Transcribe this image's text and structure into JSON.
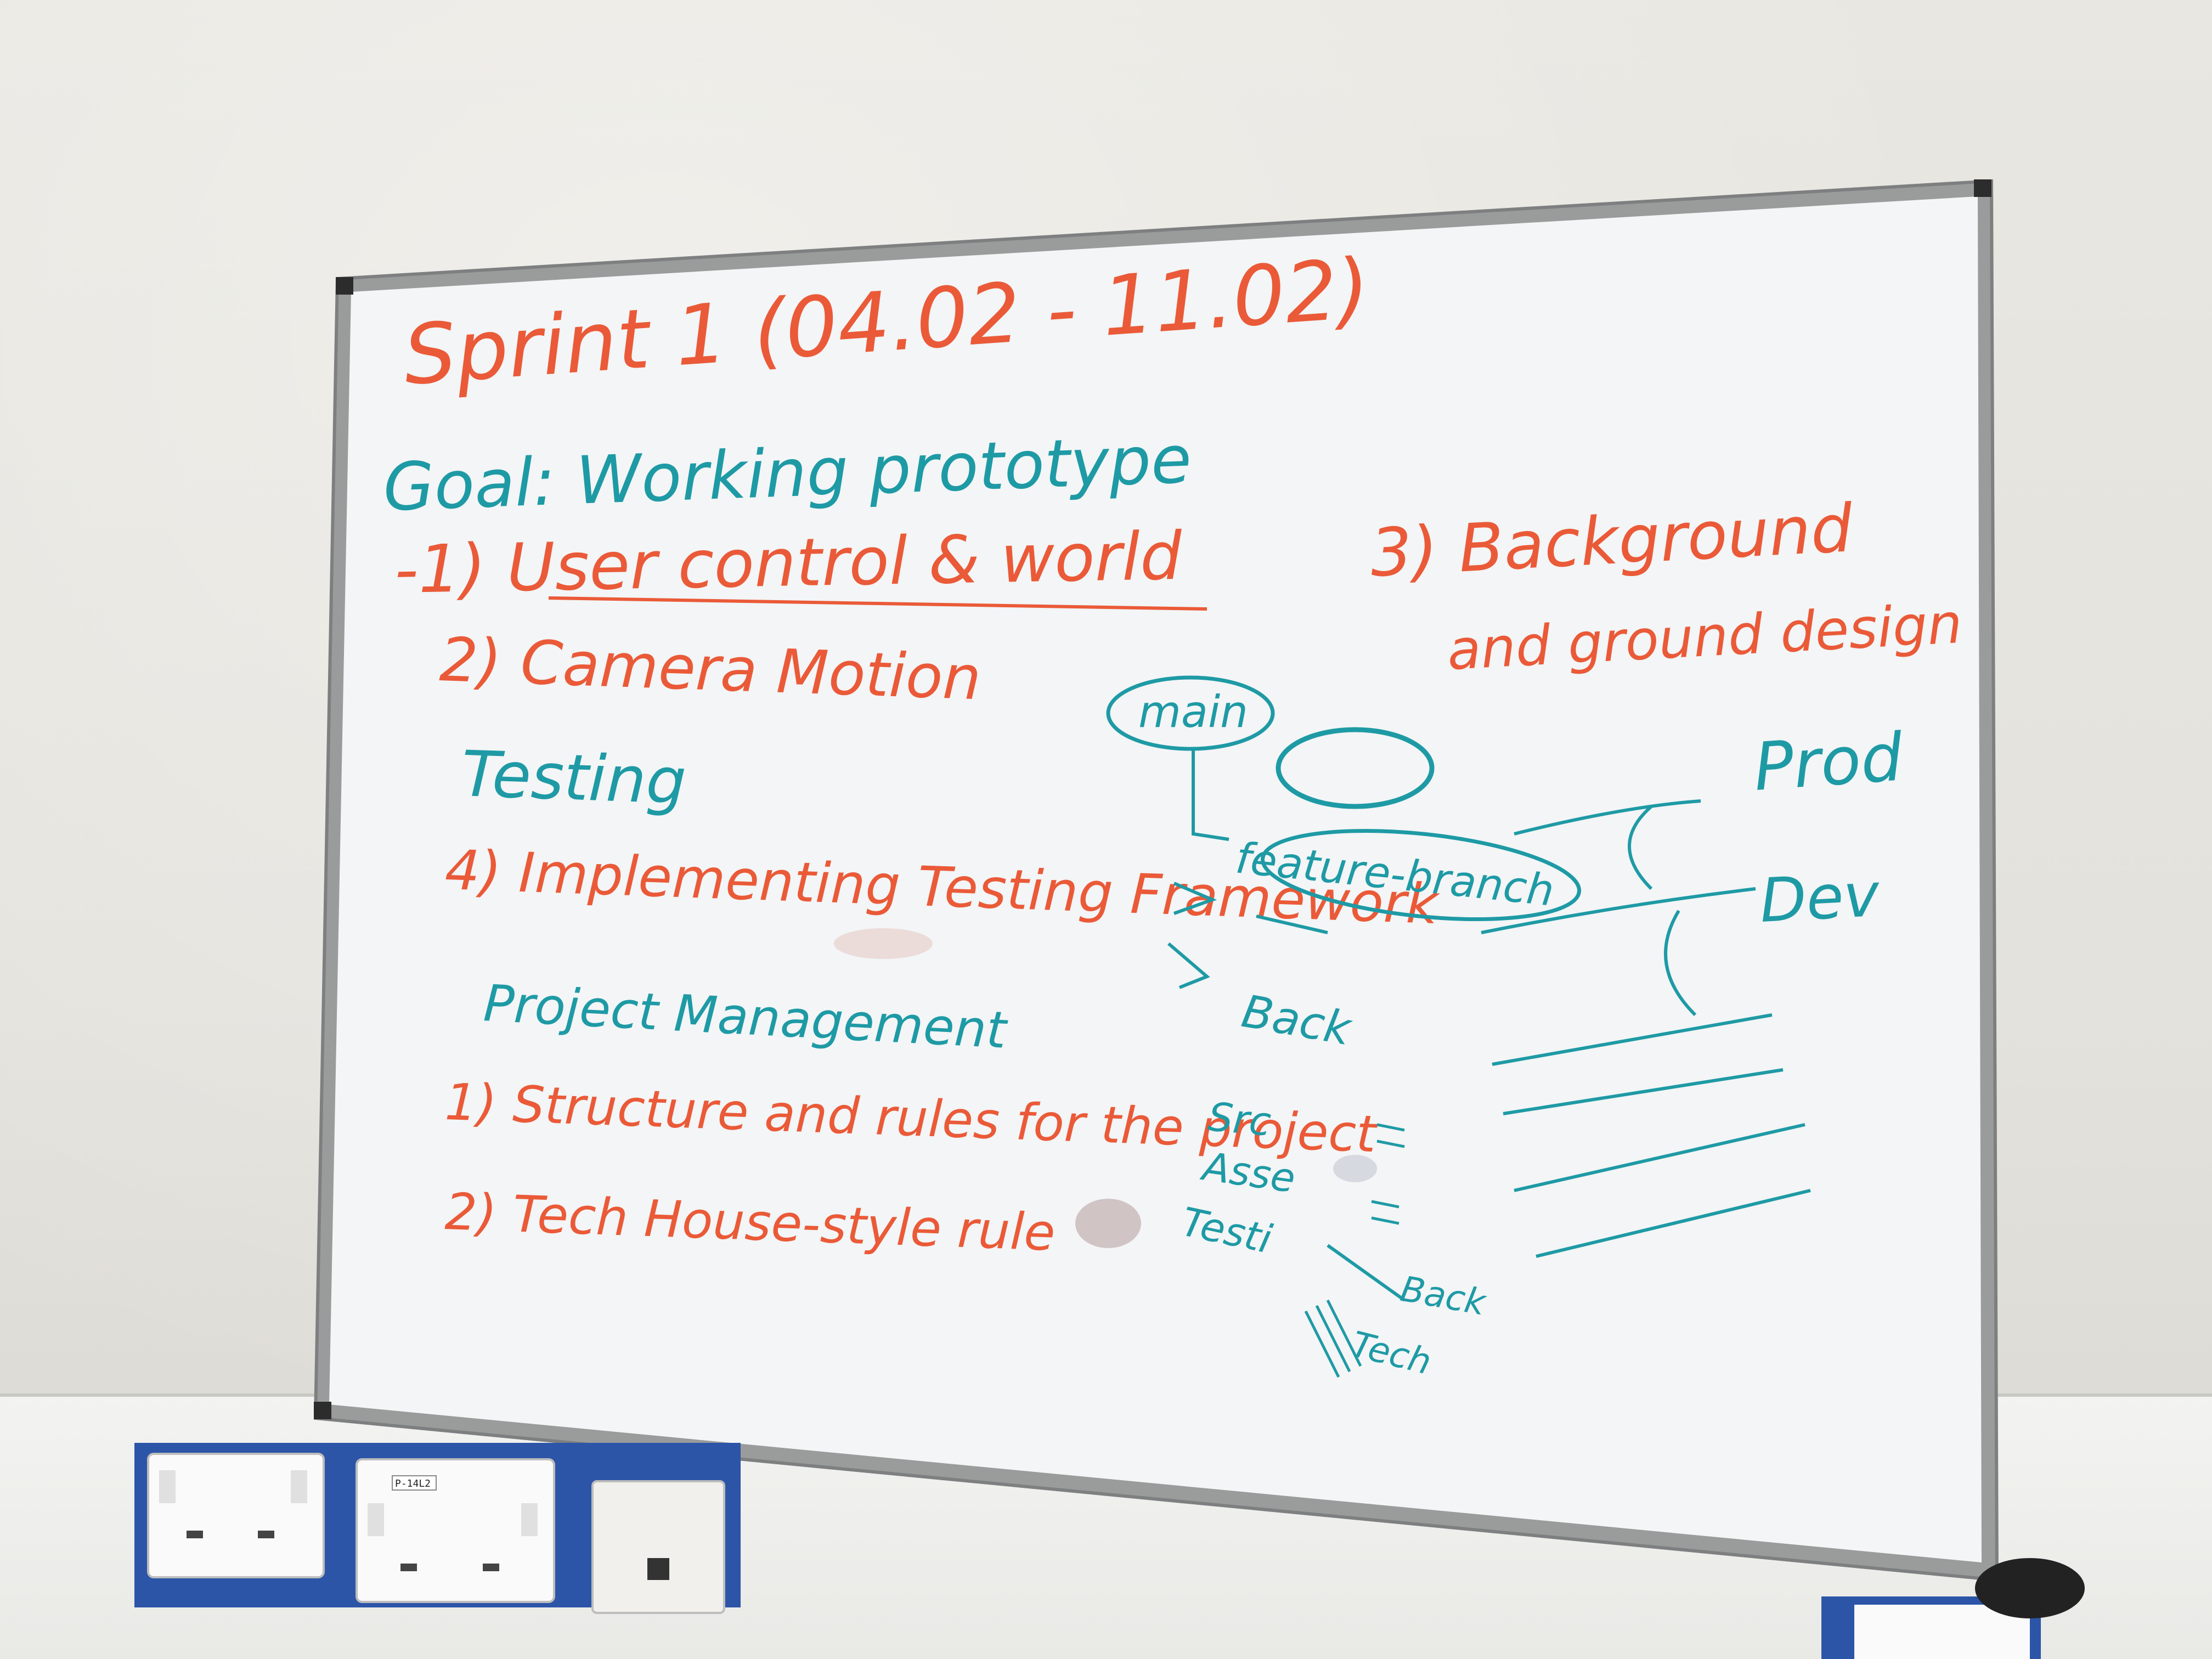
{
  "whiteboard": {
    "heading": "Sprint 1 (04.02 - 11.02)",
    "goal": "Goal: Working prototype",
    "items": [
      "-1) User control & world",
      "2) Camera Motion",
      "3) Background",
      "and ground design"
    ],
    "testing_heading": "Testing",
    "testing_item": "4) Implementing Testing Framework",
    "pm_heading": "Project Management",
    "pm_items": [
      "1) Structure and rules for the project",
      "2) Tech House-style rule"
    ],
    "branch_diagram": {
      "main": "main",
      "feature": "feature-branch",
      "prod": "Prod",
      "dev": "Dev",
      "back": "Back",
      "folders": [
        "Src",
        "Asse",
        "Testi",
        "Back",
        "Tech"
      ]
    }
  },
  "socket_label": "P-14L2",
  "colors": {
    "marker_orange": "#ea5a38",
    "marker_teal": "#1e9aa5",
    "board_white": "#f3f5f6",
    "frame_aluminium": "#9a9c9c",
    "trunking_blue": "#2c55a8"
  }
}
